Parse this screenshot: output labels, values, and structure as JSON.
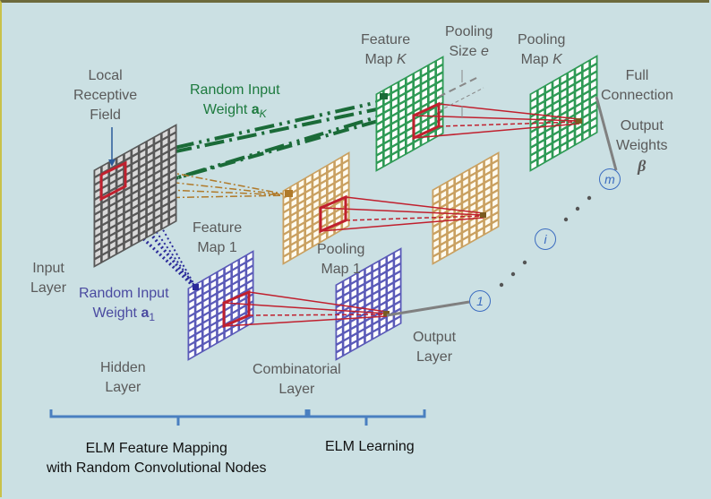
{
  "labels": {
    "local_receptive_field": [
      "Local",
      "Receptive",
      "Field"
    ],
    "random_input_weight_k": [
      "Random Input",
      "Weight "
    ],
    "weight_k_symbol": "a",
    "weight_k_sub": "K",
    "feature_map_k": [
      "Feature",
      "Map "
    ],
    "feature_map_k_var": "K",
    "pooling_size": [
      "Pooling",
      "Size "
    ],
    "pooling_size_var": "e",
    "pooling_map_k": [
      "Pooling",
      "Map "
    ],
    "pooling_map_k_var": "K",
    "full_connection": [
      "Full",
      "Connection"
    ],
    "output_weights": [
      "Output",
      "Weights"
    ],
    "output_weights_symbol": "β",
    "input_layer": [
      "Input",
      "Layer"
    ],
    "random_input_weight_1": [
      "Random Input",
      "Weight "
    ],
    "weight_1_symbol": "a",
    "weight_1_sub": "1",
    "feature_map_1": [
      "Feature",
      "Map 1"
    ],
    "pooling_map_1": [
      "Pooling",
      "Map 1"
    ],
    "output_layer": [
      "Output",
      "Layer"
    ],
    "hidden_layer": [
      "Hidden",
      "Layer"
    ],
    "combinatorial_layer": [
      "Combinatorial",
      "Layer"
    ],
    "elm_feature_mapping": [
      "ELM Feature Mapping",
      "with Random Convolutional Nodes"
    ],
    "elm_learning": "ELM Learning"
  },
  "output_nodes": [
    "1",
    "i",
    "m"
  ],
  "colors": {
    "background": "#cbe0e3",
    "input_grid": "#555555",
    "map_1": "#5a5ab8",
    "map_2": "#c9a060",
    "map_k": "#2e9a55",
    "receptive": "#c0202e",
    "weight_k": "#1a6b38",
    "weight_1": "#2b2b9a",
    "weight_2": "#b07a2a",
    "bracket": "#4a7fc0",
    "node": "#3b6cc0"
  }
}
